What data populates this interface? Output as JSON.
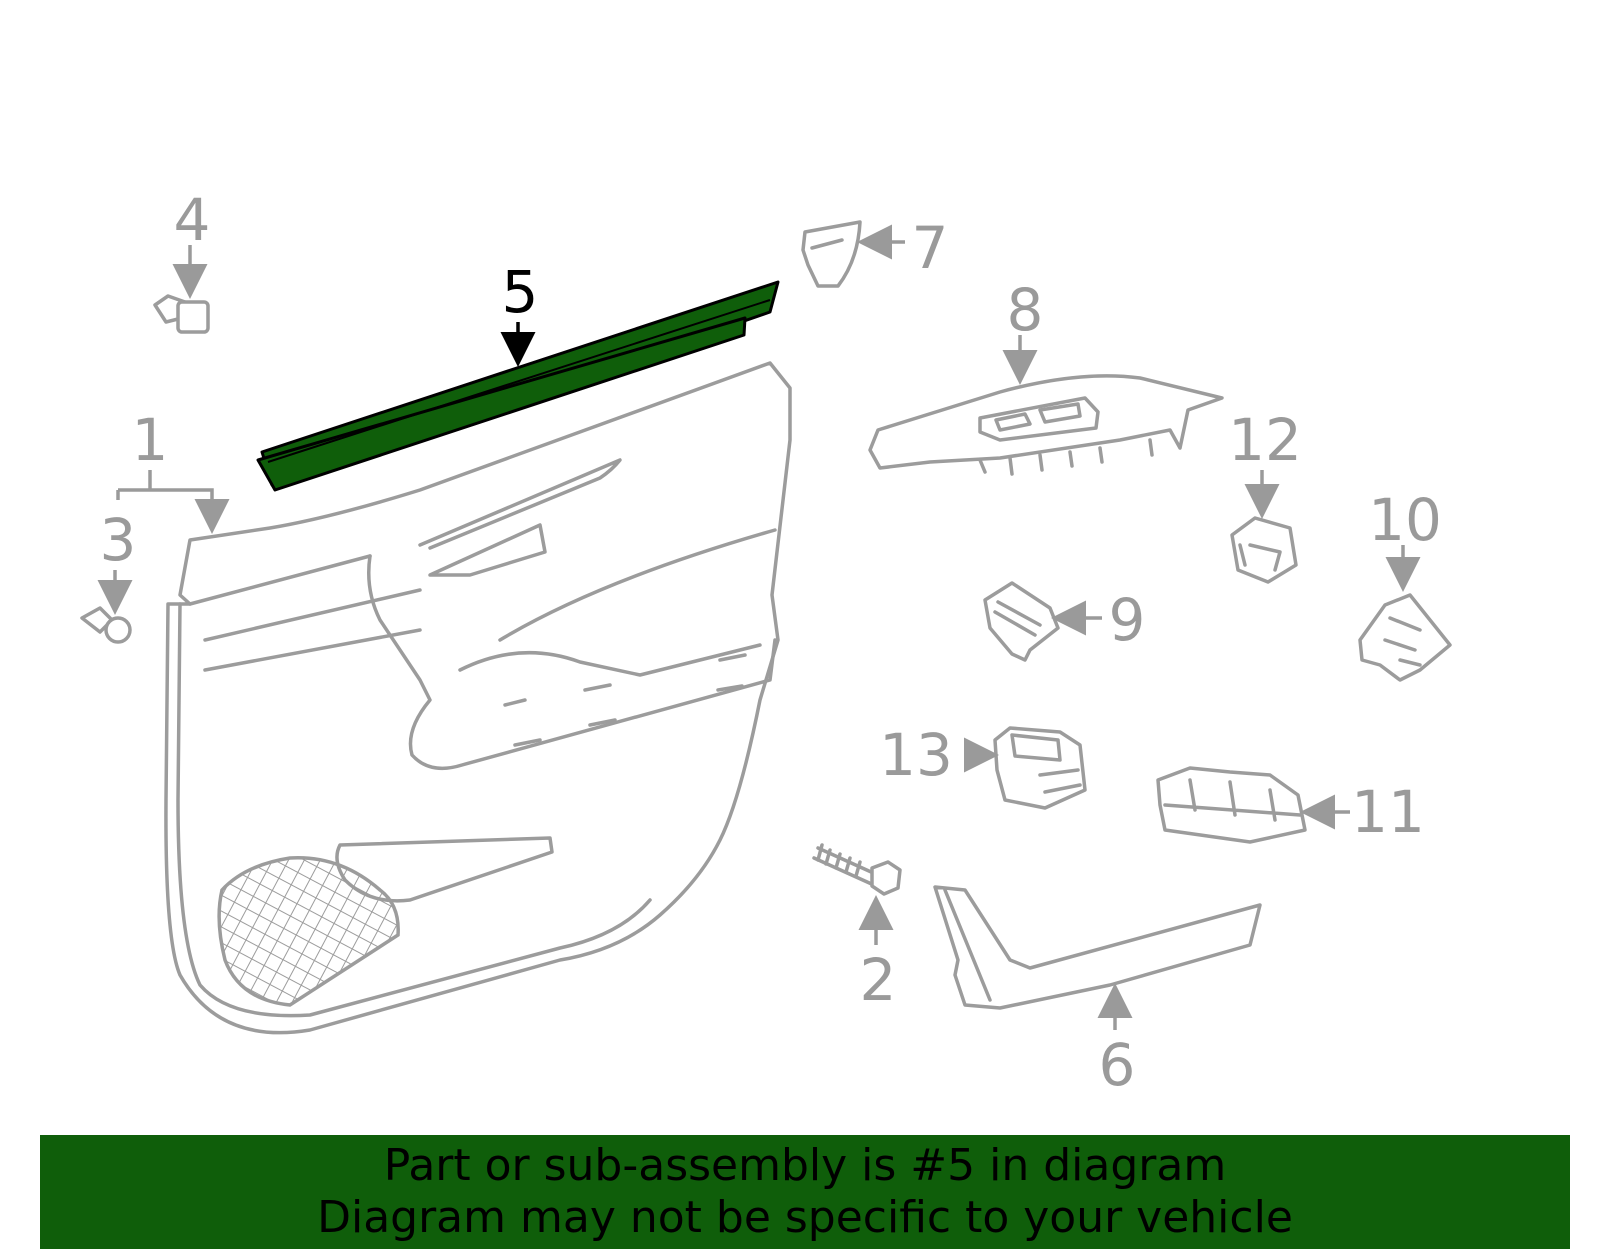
{
  "callouts": {
    "c1": "1",
    "c2": "2",
    "c3": "3",
    "c4": "4",
    "c5": "5",
    "c6": "6",
    "c7": "7",
    "c8": "8",
    "c9": "9",
    "c10": "10",
    "c11": "11",
    "c12": "12",
    "c13": "13"
  },
  "highlighted_part": "5",
  "colors": {
    "highlight": "#0f5e0a",
    "line_art": "#9c9c9c",
    "banner": "#0f5e0a",
    "text": "#000000"
  },
  "banner": {
    "line1": "Part or sub-assembly is #5 in diagram",
    "line2": "Diagram may not be specific to your vehicle"
  }
}
